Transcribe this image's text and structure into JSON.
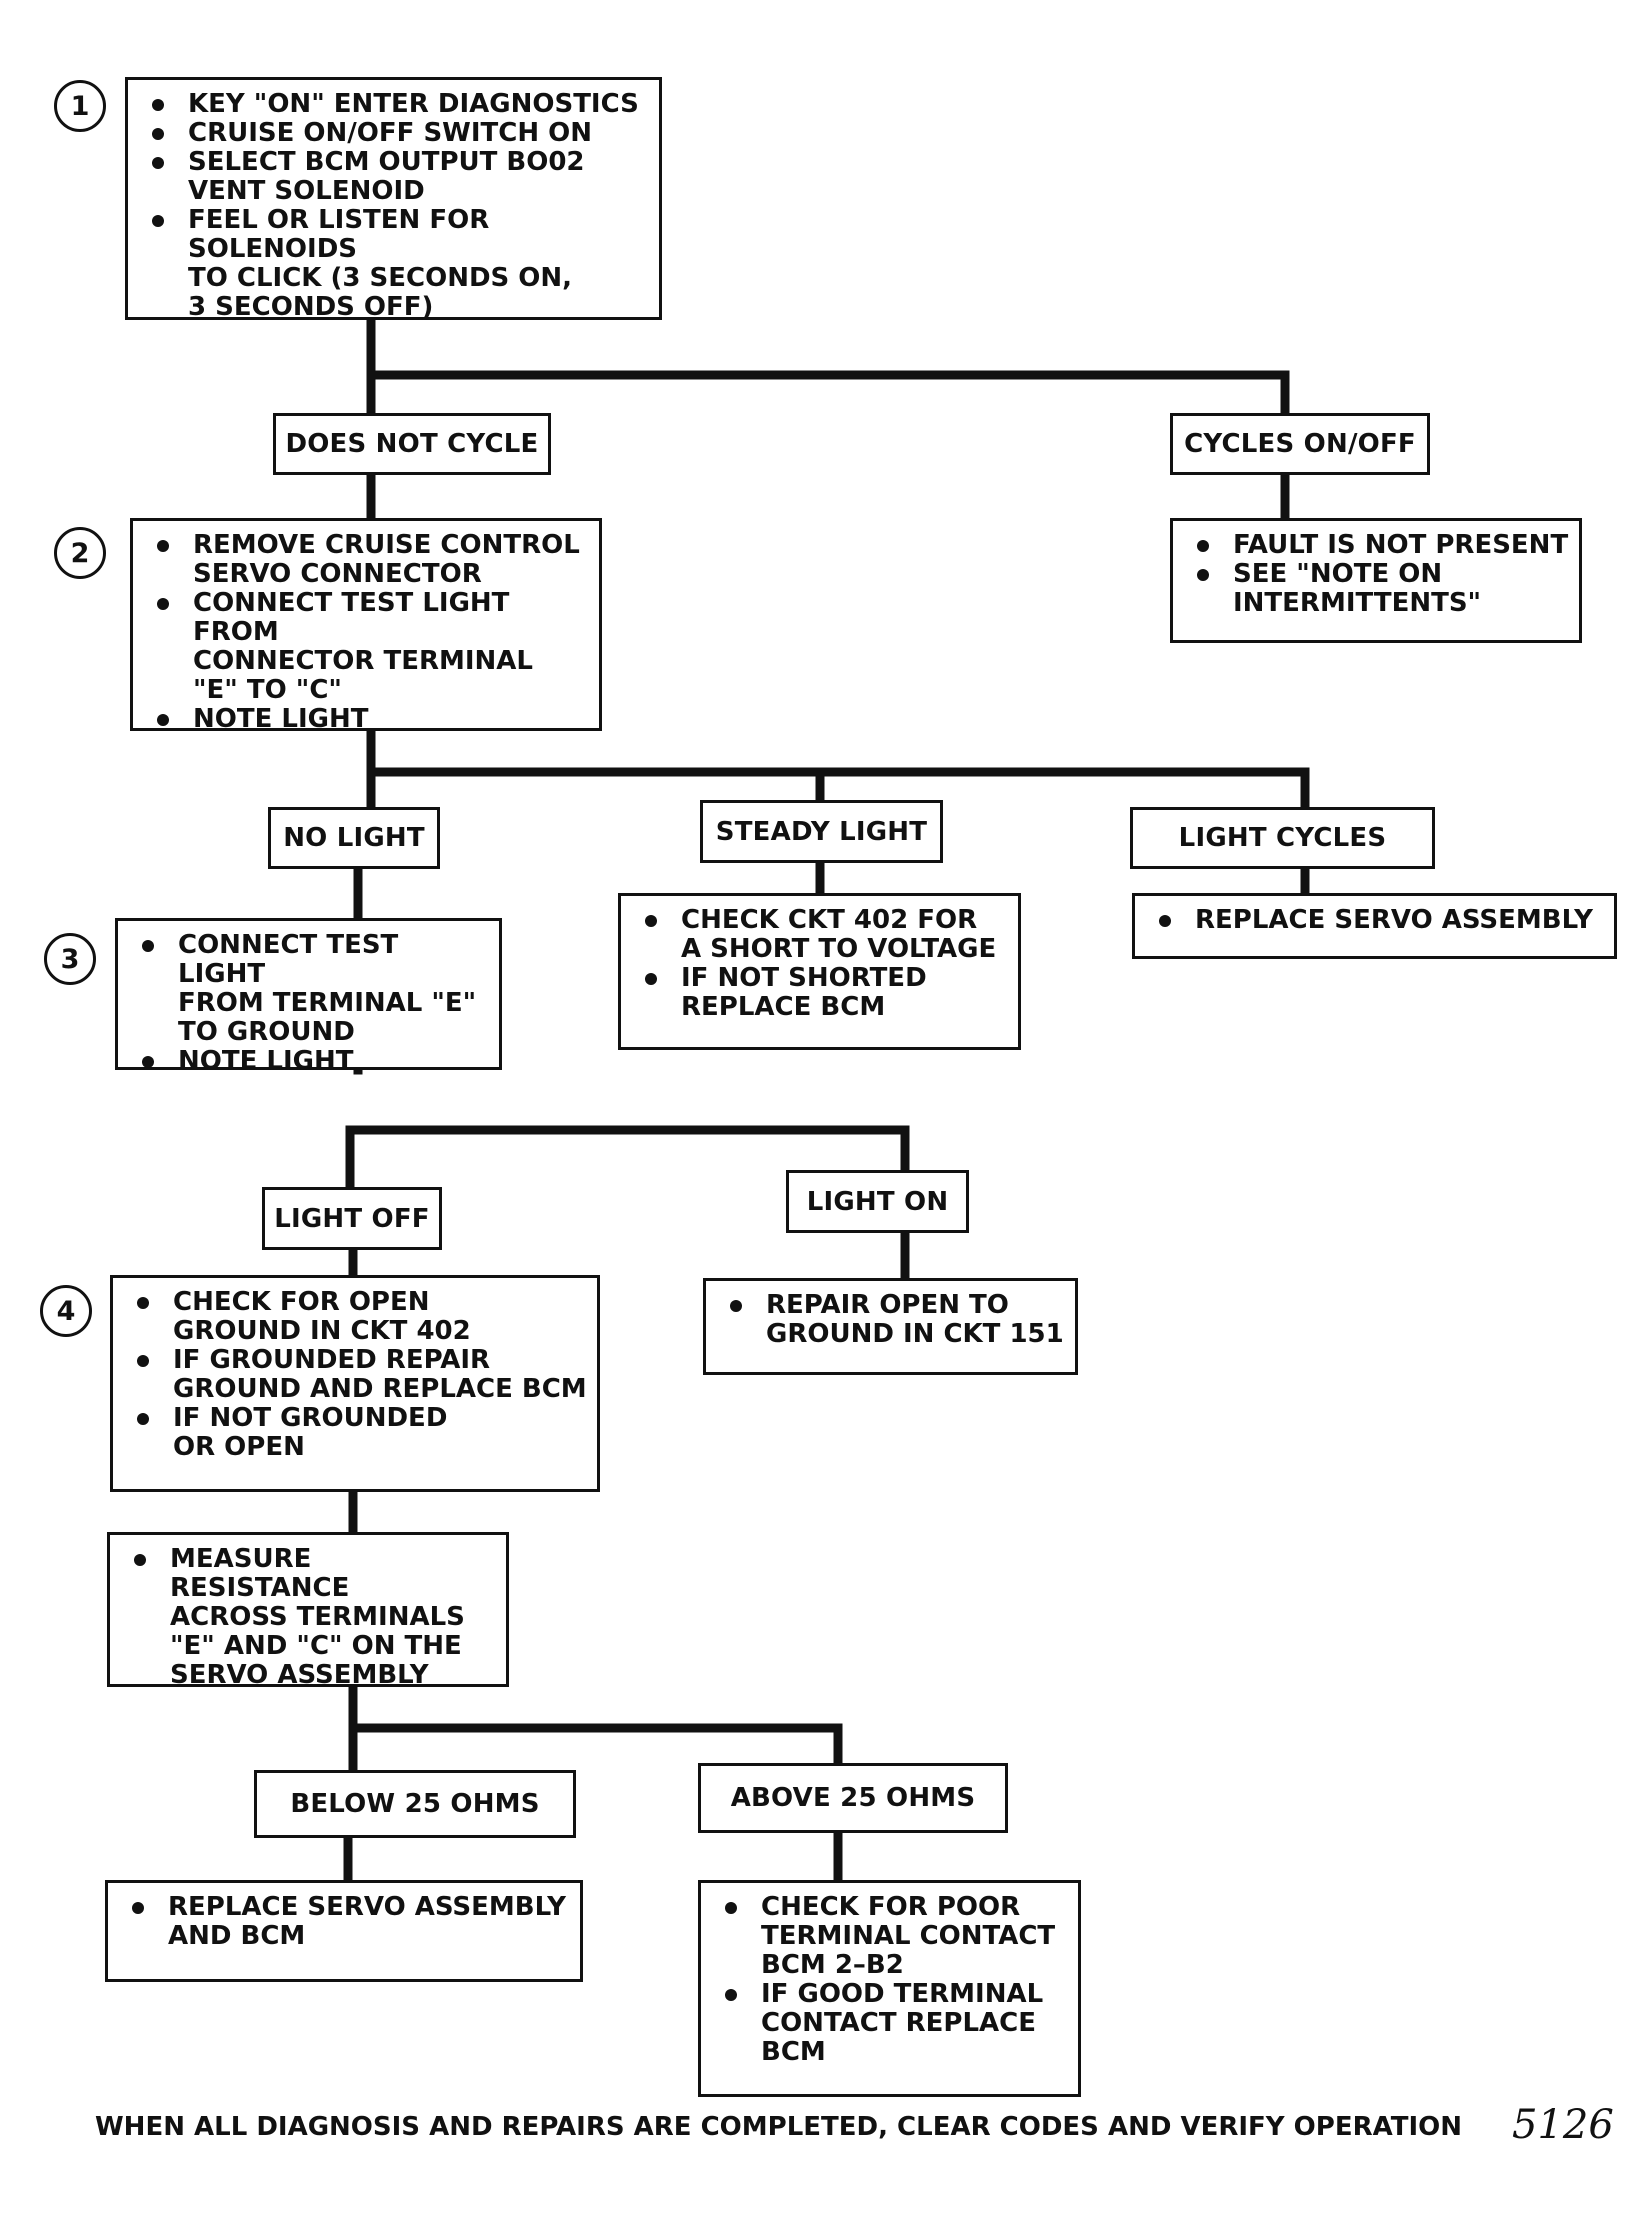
{
  "steps": {
    "s1": {
      "number": "1",
      "items": [
        "KEY \"ON\" ENTER DIAGNOSTICS",
        "CRUISE ON/OFF  SWITCH ON",
        "SELECT BCM OUTPUT BO02\nVENT SOLENOID",
        "FEEL OR LISTEN FOR SOLENOIDS\nTO CLICK (3 SECONDS ON,\n3 SECONDS OFF)"
      ]
    },
    "s2": {
      "number": "2",
      "items": [
        "REMOVE CRUISE CONTROL\nSERVO CONNECTOR",
        "CONNECT TEST LIGHT FROM\nCONNECTOR TERMINAL\n\"E\" TO \"C\"",
        "NOTE LIGHT"
      ]
    },
    "s3": {
      "number": "3",
      "items": [
        "CONNECT TEST LIGHT\nFROM TERMINAL \"E\"\nTO GROUND",
        "NOTE LIGHT"
      ]
    },
    "s4": {
      "number": "4",
      "items": [
        "CHECK FOR OPEN\nGROUND IN CKT 402",
        "IF GROUNDED REPAIR\nGROUND AND REPLACE BCM",
        "IF NOT GROUNDED\nOR OPEN"
      ]
    },
    "s5": {
      "items": [
        "MEASURE RESISTANCE\nACROSS TERMINALS\n\"E\" AND \"C\" ON THE\nSERVO ASSEMBLY"
      ]
    }
  },
  "results": {
    "r_fault": {
      "items": [
        "FAULT IS NOT PRESENT",
        "SEE \"NOTE ON\nINTERMITTENTS\""
      ]
    },
    "r_steady": {
      "items": [
        "CHECK CKT 402 FOR\nA SHORT TO VOLTAGE",
        "IF NOT SHORTED\nREPLACE BCM"
      ]
    },
    "r_cycles": {
      "items": [
        "REPLACE  SERVO ASSEMBLY"
      ]
    },
    "r_lighton": {
      "items": [
        "REPAIR OPEN TO\nGROUND IN CKT 151"
      ]
    },
    "r_below": {
      "items": [
        "REPLACE SERVO ASSEMBLY\nAND BCM"
      ]
    },
    "r_above": {
      "items": [
        "CHECK FOR POOR\nTERMINAL CONTACT\nBCM 2–B2",
        "IF GOOD TERMINAL\nCONTACT REPLACE\nBCM"
      ]
    }
  },
  "labels": {
    "does_not_cycle": "DOES NOT CYCLE",
    "cycles_on_off": "CYCLES ON/OFF",
    "no_light": "NO LIGHT",
    "steady_light": "STEADY LIGHT",
    "light_cycles": "LIGHT CYCLES",
    "light_off": "LIGHT OFF",
    "light_on": "LIGHT ON",
    "below_25": "BELOW 25 OHMS",
    "above_25": "ABOVE 25 OHMS"
  },
  "footer": "WHEN ALL DIAGNOSIS AND REPAIRS ARE COMPLETED, CLEAR CODES AND VERIFY OPERATION",
  "page_number": "5126"
}
